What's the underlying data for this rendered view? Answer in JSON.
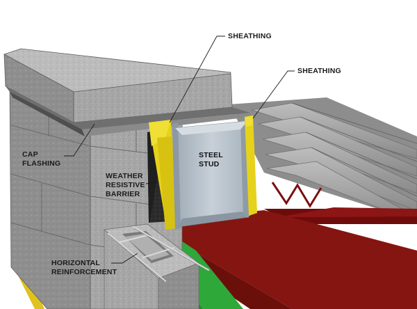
{
  "labels": {
    "sheathing_top": "SHEATHING",
    "sheathing_right": "SHEATHING",
    "cap_flashing_line1": "CAP",
    "cap_flashing_line2": "FLASHING",
    "weather_barrier_line1": "WEATHER",
    "weather_barrier_line2": "RESISTIVE",
    "weather_barrier_line3": "BARRIER",
    "steel_stud_line1": "STEEL",
    "steel_stud_line2": "STUD",
    "horizontal_reinf_line1": "HORIZONTAL",
    "horizontal_reinf_line2": "REINFORCEMENT"
  },
  "colors": {
    "concrete": "#a9a9a9",
    "sheathing": "#e6d21a",
    "steel_stud": "#b9c3cc",
    "weather_barrier": "#2a2a2a",
    "steel_beam": "#7a0f0f",
    "floor_red": "#8e1a12",
    "membrane_green": "#2fa83a",
    "metal_deck": "#9a9a9a"
  }
}
